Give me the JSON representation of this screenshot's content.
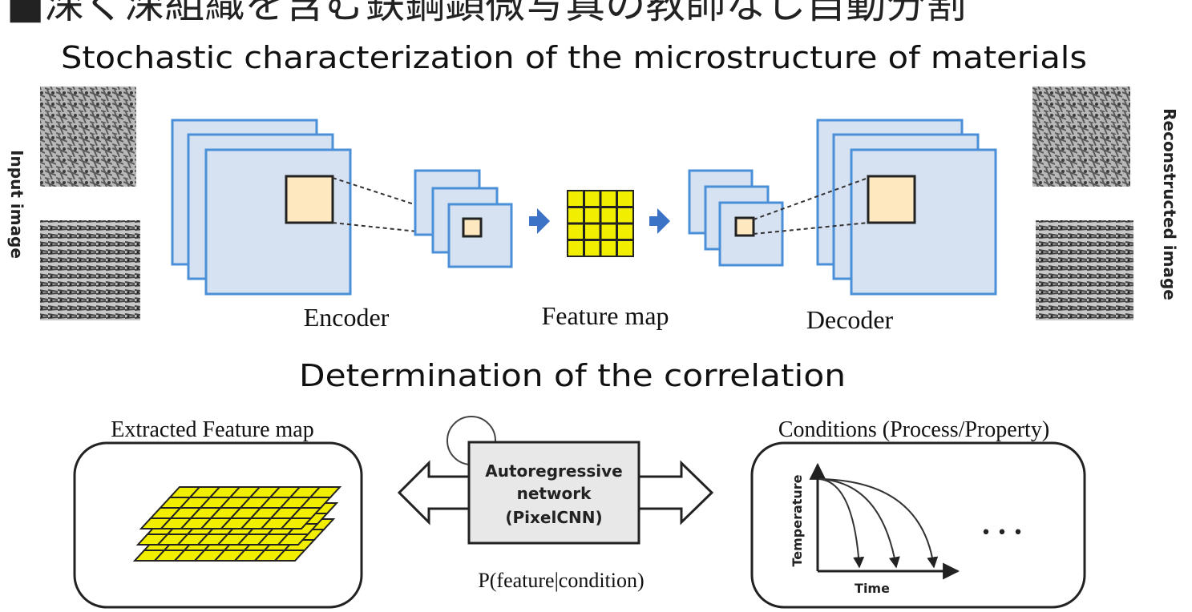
{
  "header": {
    "jp_title": "■深く深組織を含む鉄鋼顕微写真の教師なし自動分割",
    "title_top": "Stochastic characterization of the microstructure of materials",
    "title_mid": "Determination of the correlation"
  },
  "autoencoder": {
    "input_label": "Input image",
    "output_label": "Reconstructed image",
    "encoder_label": "Encoder",
    "feature_map_label": "Feature map",
    "decoder_label": "Decoder"
  },
  "correlation": {
    "left_title": "Extracted Feature map",
    "center_box_lines": [
      "Autoregressive",
      "network",
      "(PixelCNN)"
    ],
    "probability_label": "P(feature|condition)",
    "right_title": "Conditions (Process/Property)",
    "graph_ylabel": "Temperature",
    "graph_xlabel": "Time",
    "ellipsis": "• • •"
  },
  "colors": {
    "layer_fill": "#d6e2f2",
    "layer_stroke": "#4a90d9",
    "kernel_fill": "#fde8c0",
    "grid_fill": "#f2ee00",
    "arrow_blue": "#3c73c6",
    "prob_red": "#c8102e"
  }
}
